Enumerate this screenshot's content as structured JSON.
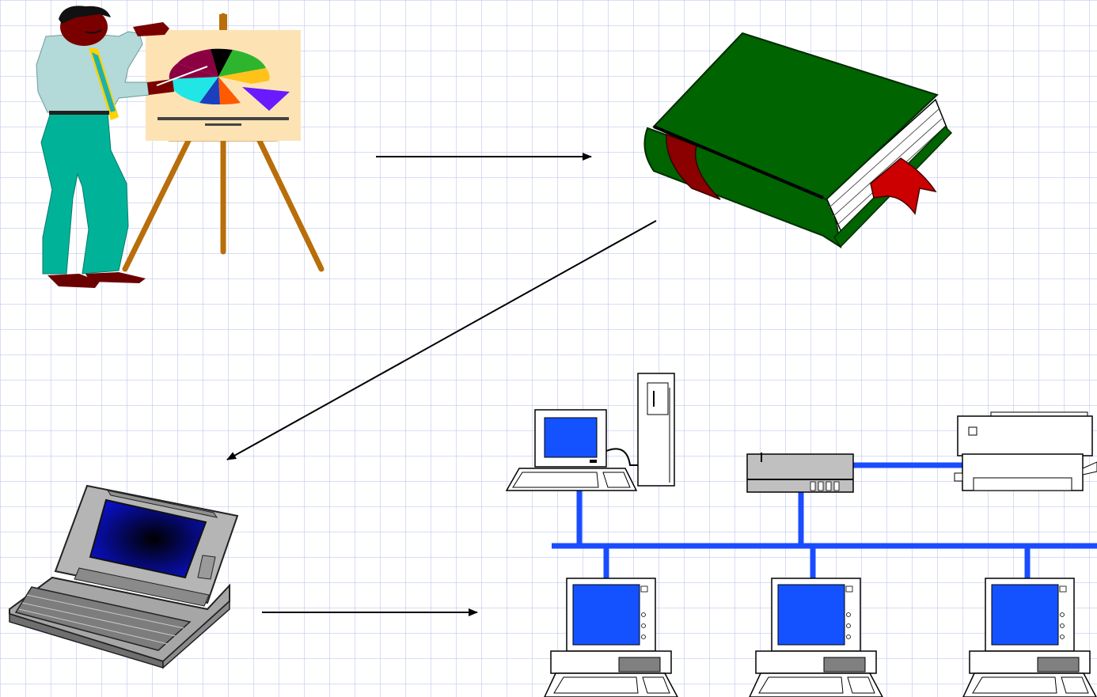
{
  "diagram": {
    "nodes": [
      {
        "id": "presenter",
        "icon": "presenter-easel-icon"
      },
      {
        "id": "book",
        "icon": "green-book-icon"
      },
      {
        "id": "laptop",
        "icon": "laptop-icon"
      },
      {
        "id": "network",
        "icon": "computer-network-icon"
      }
    ],
    "edges": [
      {
        "from": "presenter",
        "to": "book"
      },
      {
        "from": "book",
        "to": "laptop"
      },
      {
        "from": "laptop",
        "to": "network"
      }
    ]
  },
  "colors": {
    "grid": "#b9c3eb",
    "network_cable": "#1a4dff",
    "screen": "#1452ff",
    "book_cover": "#006400",
    "bookmark": "#cc0000",
    "easel": "#b86e0a",
    "chart_board": "#fde3b4",
    "shirt": "#b3d9d9",
    "pants": "#00b398"
  }
}
